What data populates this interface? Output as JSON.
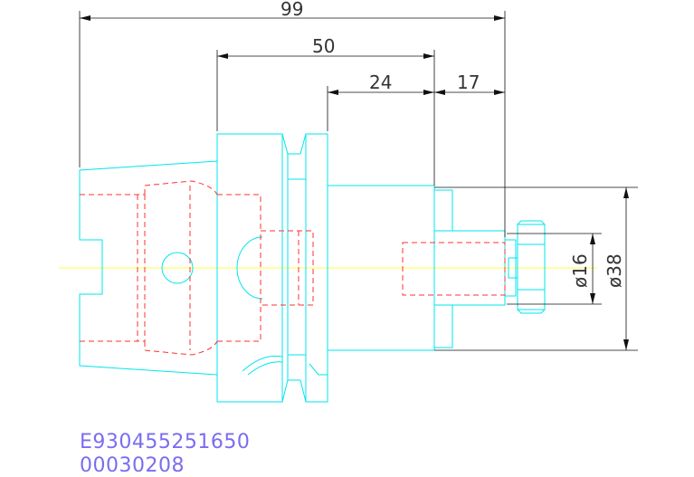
{
  "dimensions": {
    "overall_length": "99",
    "body_length": "50",
    "shank_length": "24",
    "nut_length": "17",
    "inner_diameter": "ø16",
    "outer_diameter": "ø38"
  },
  "part_codes": {
    "line1": "E930455251650",
    "line2": "00030208"
  },
  "colors": {
    "outline": "#00e5ee",
    "hidden": "#ff3030",
    "centerline": "#ffff40",
    "dimension": "#111111",
    "code_text": "#7a6df0"
  }
}
